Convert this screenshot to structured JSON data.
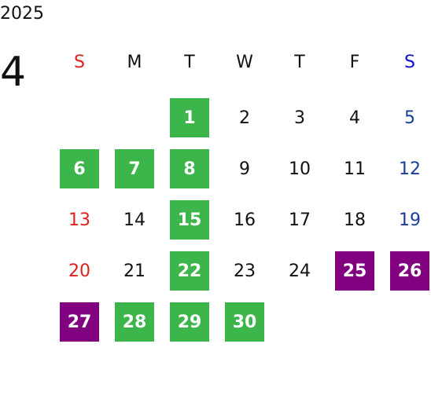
{
  "calendar": {
    "year": "2025",
    "month": "4",
    "weekdays": [
      "S",
      "M",
      "T",
      "W",
      "T",
      "F",
      "S"
    ],
    "weeks": [
      [
        {
          "day": "",
          "mark": "none"
        },
        {
          "day": "",
          "mark": "none"
        },
        {
          "day": "1",
          "mark": "green"
        },
        {
          "day": "2",
          "mark": "none"
        },
        {
          "day": "3",
          "mark": "none"
        },
        {
          "day": "4",
          "mark": "none"
        },
        {
          "day": "5",
          "mark": "none"
        }
      ],
      [
        {
          "day": "6",
          "mark": "green"
        },
        {
          "day": "7",
          "mark": "green"
        },
        {
          "day": "8",
          "mark": "green"
        },
        {
          "day": "9",
          "mark": "none"
        },
        {
          "day": "10",
          "mark": "none"
        },
        {
          "day": "11",
          "mark": "none"
        },
        {
          "day": "12",
          "mark": "none"
        }
      ],
      [
        {
          "day": "13",
          "mark": "none"
        },
        {
          "day": "14",
          "mark": "none"
        },
        {
          "day": "15",
          "mark": "green"
        },
        {
          "day": "16",
          "mark": "none"
        },
        {
          "day": "17",
          "mark": "none"
        },
        {
          "day": "18",
          "mark": "none"
        },
        {
          "day": "19",
          "mark": "none"
        }
      ],
      [
        {
          "day": "20",
          "mark": "none"
        },
        {
          "day": "21",
          "mark": "none"
        },
        {
          "day": "22",
          "mark": "green"
        },
        {
          "day": "23",
          "mark": "none"
        },
        {
          "day": "24",
          "mark": "none"
        },
        {
          "day": "25",
          "mark": "purple"
        },
        {
          "day": "26",
          "mark": "purple"
        }
      ],
      [
        {
          "day": "27",
          "mark": "purple"
        },
        {
          "day": "28",
          "mark": "green"
        },
        {
          "day": "29",
          "mark": "green"
        },
        {
          "day": "30",
          "mark": "green"
        },
        {
          "day": "",
          "mark": "none"
        },
        {
          "day": "",
          "mark": "none"
        },
        {
          "day": "",
          "mark": "none"
        }
      ]
    ]
  },
  "colors": {
    "green": "#3cb54a",
    "purple": "#800080",
    "sunday": "#e0201b",
    "saturday": "#1a3d9c",
    "saturday_header": "#1010d0",
    "text": "#111111"
  }
}
